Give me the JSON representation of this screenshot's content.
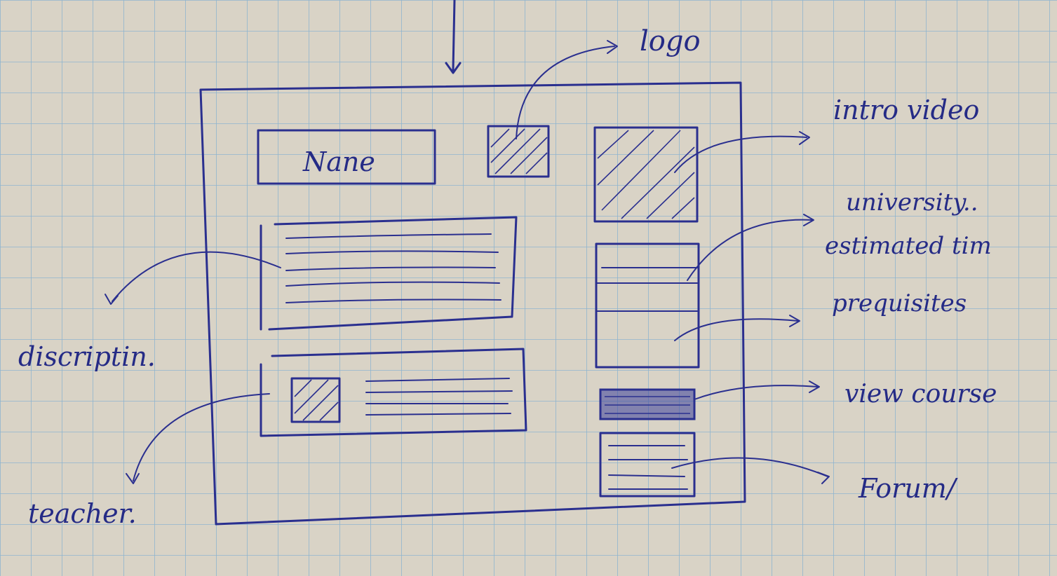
{
  "colors": {
    "paper": "#d9d3c6",
    "grid": "#8fb5cf",
    "ink": "#2a2f8f"
  },
  "wireframe": {
    "name_box": {
      "label": "Nane"
    }
  },
  "annotations": {
    "logo": "logo",
    "intro_video": "intro video",
    "university": "university..",
    "estimated_time": "estimated tim",
    "prerequisites": "prequisites",
    "view_course": "view course",
    "forum": "Forum/",
    "description": "discriptin.",
    "teacher": "teacher."
  }
}
